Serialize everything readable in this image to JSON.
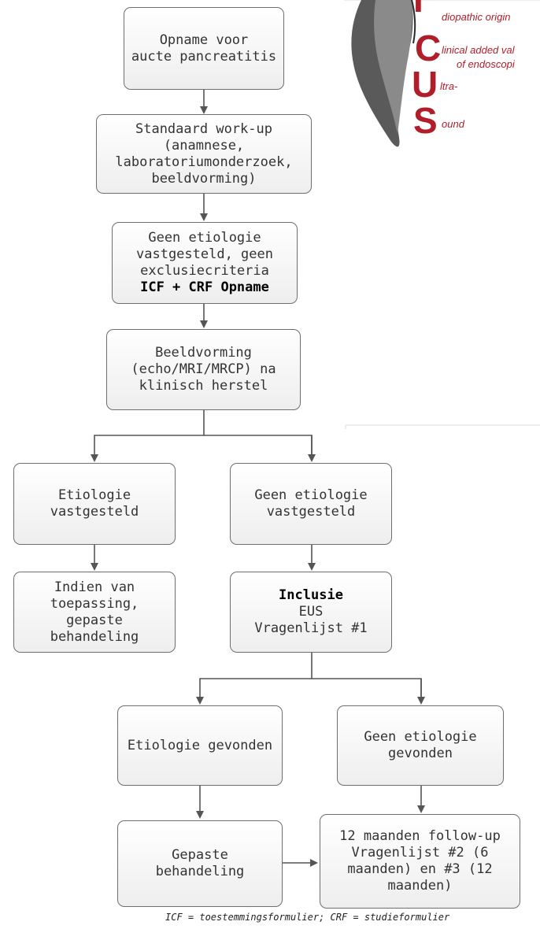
{
  "logo": {
    "letters": [
      "I",
      "C",
      "U",
      "S"
    ],
    "lines": [
      "diopathic origin",
      "linical added val",
      "of endoscopi",
      "ltra-",
      "ound"
    ]
  },
  "flow": {
    "n1": "Opname voor\naucte pancreatitis",
    "n2": "Standaard work-up\n(anamnese,\nlaboratoriumonderzoek,\nbeeldvorming)",
    "n3_lines": [
      "Geen etiologie",
      "vastgesteld, geen",
      "exclusiecriteria"
    ],
    "n3_bold": "ICF + CRF Opname",
    "n4": "Beeldvorming\n(echo/MRI/MRCP) na\nklinisch herstel",
    "n5": "Etiologie\nvastgesteld",
    "n6": "Geen etiologie\nvastgesteld",
    "n7": "Indien van\ntoepassing,\ngepaste\nbehandeling",
    "n8_bold": "Inclusie",
    "n8_lines": [
      "EUS",
      "Vragenlijst #1"
    ],
    "n9": "Etiologie gevonden",
    "n10": "Geen etiologie\ngevonden",
    "n11": "Gepaste\nbehandeling",
    "n12": "12 maanden follow-up\nVragenlijst #2 (6\nmaanden) en #3 (12\nmaanden)"
  },
  "footnote": "ICF = toestemmingsformulier; CRF = studieformulier"
}
